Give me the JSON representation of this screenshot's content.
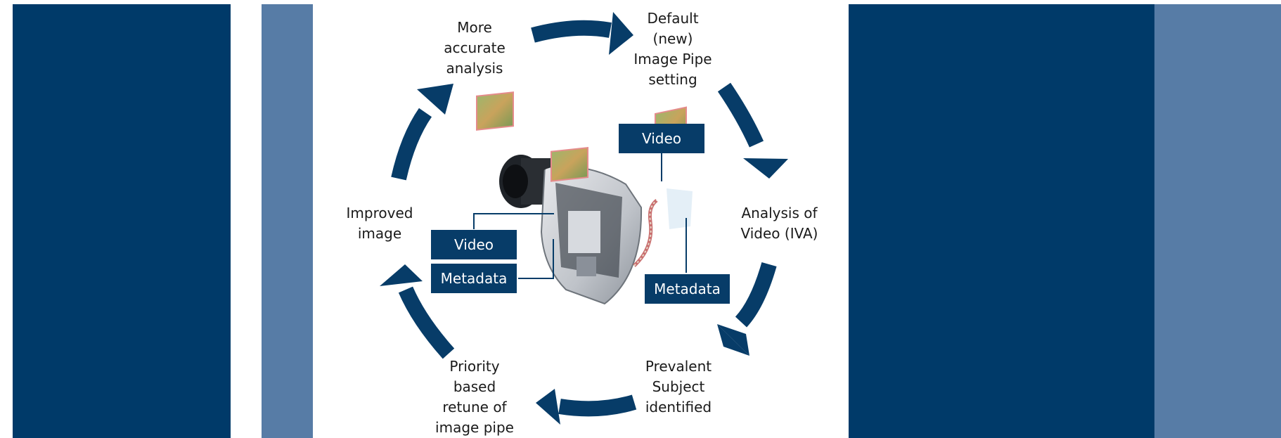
{
  "colors": {
    "dark_panel": "#003a69",
    "light_panel": "#577ca6",
    "arrow": "#073c68",
    "tag_background": "#073c68",
    "tag_text": "#ffffff",
    "label_text": "#1a1a1a"
  },
  "cycle": [
    {
      "id": "more-accurate-analysis",
      "text": "More\naccurate\nanalysis"
    },
    {
      "id": "default-image-pipe-setting",
      "text": "Default\n(new)\nImage Pipe\nsetting"
    },
    {
      "id": "analysis-of-video",
      "text": "Analysis of\nVideo (IVA)"
    },
    {
      "id": "prevalent-subject-identified",
      "text": "Prevalent\nSubject\nidentified"
    },
    {
      "id": "priority-based-retune",
      "text": "Priority\nbased\nretune of\nimage pipe"
    },
    {
      "id": "improved-image",
      "text": "Improved\nimage"
    }
  ],
  "tags": {
    "video_right": "Video",
    "metadata_right": "Metadata",
    "video_left": "Video",
    "metadata_left": "Metadata"
  },
  "illustration": {
    "subject": "camera-cutaway",
    "frames": [
      "video-frame",
      "video-frame",
      "video-frame"
    ]
  }
}
